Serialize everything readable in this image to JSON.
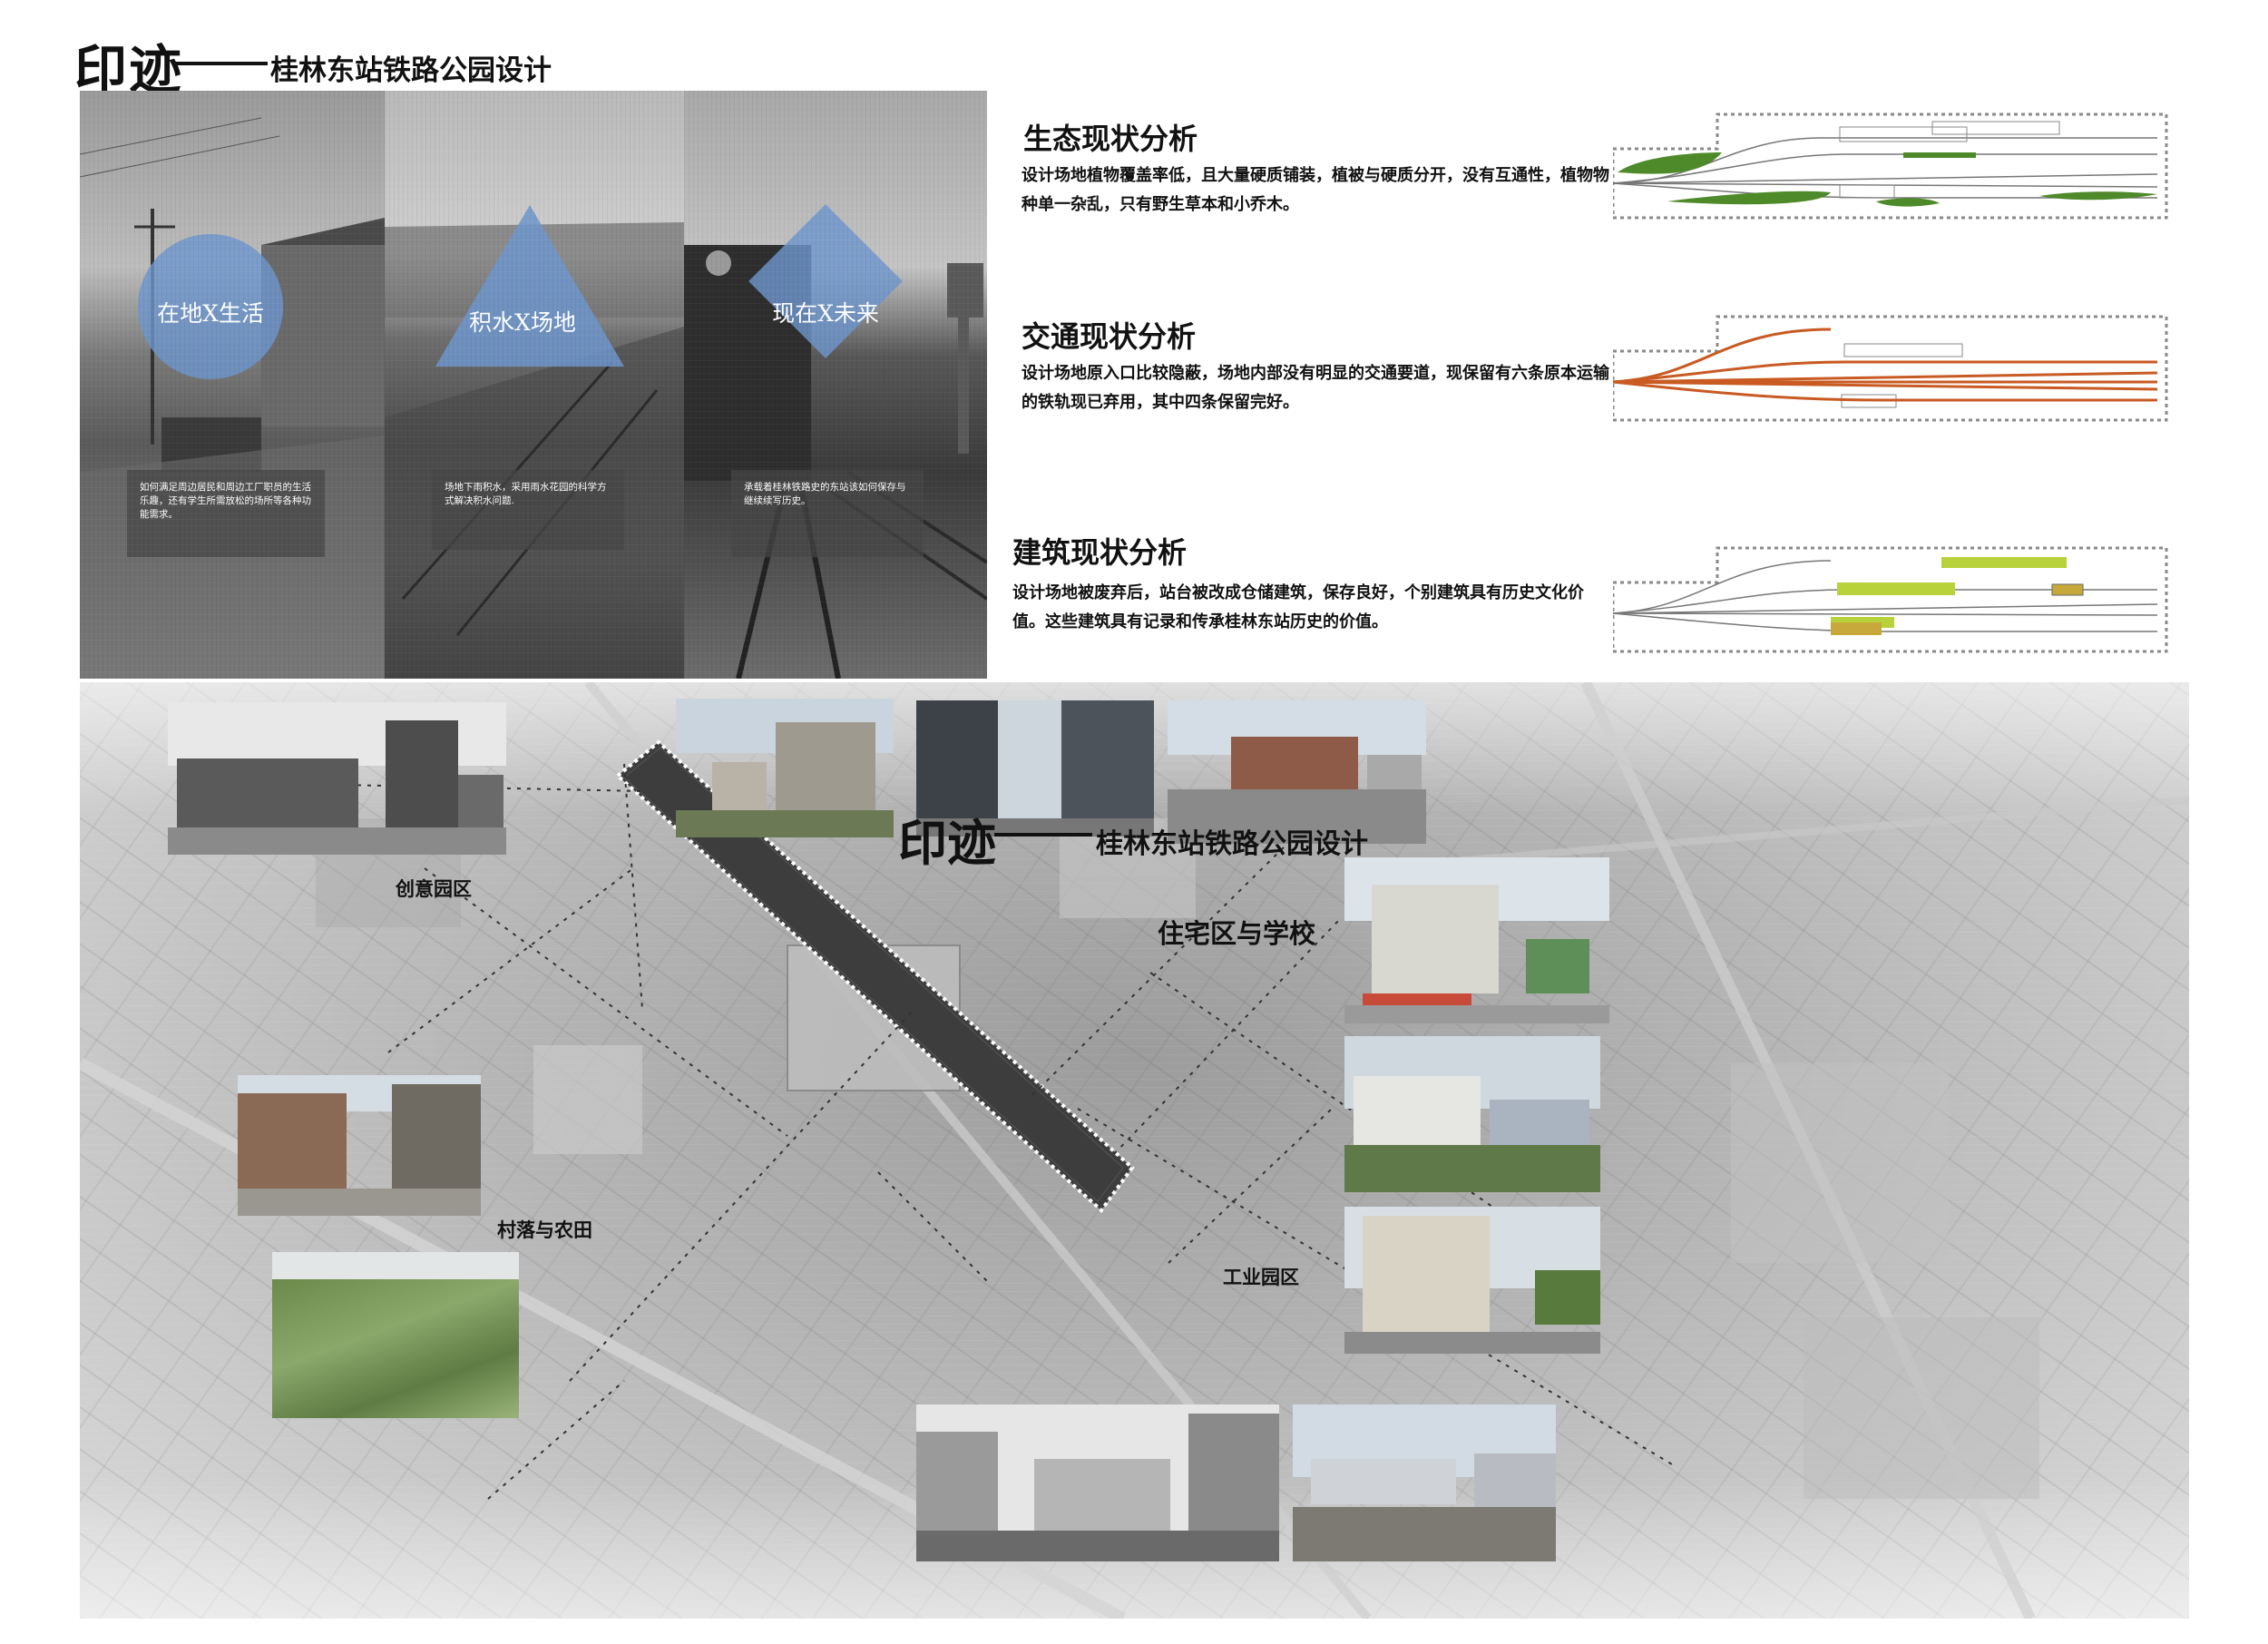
{
  "header": {
    "title_main": "印迹",
    "title_sub": "桂林东站铁路公园设计"
  },
  "panels": [
    {
      "shape_label": "在地X生活",
      "caption": "如何满足周边居民和周边工厂职员的生活乐趣，还有学生所需放松的场所等各种功能需求。"
    },
    {
      "shape_label": "积水X场地",
      "caption": "场地下雨积水，采用雨水花园的科学方式解决积水问题."
    },
    {
      "shape_label": "现在X未来",
      "caption": "承载着桂林铁路史的东站该如何保存与继续续写历史。"
    }
  ],
  "analysis": {
    "ecology": {
      "title": "生态现状分析",
      "body": "设计场地植物覆盖率低，且大量硬质铺装，植被与硬质分开，没有互通性，植物物种单一杂乱，只有野生草本和小乔木。"
    },
    "traffic": {
      "title": "交通现状分析",
      "body": "设计场地原入口比较隐蔽，场地内部没有明显的交通要道，现保留有六条原本运输的铁轨现已弃用，其中四条保留完好。"
    },
    "building": {
      "title": "建筑现状分析",
      "body": "设计场地被废弃后，站台被改成仓储建筑，保存良好，个别建筑具有历史文化价值。这些建筑具有记录和传承桂林东站历史的价值。"
    }
  },
  "map": {
    "labels": {
      "creative": "创意园区",
      "residential": "住宅区与学校",
      "village": "村落与农田",
      "industrial": "工业园区"
    },
    "watermark_main": "印迹",
    "watermark_sub": "桂林东站铁路公园设计"
  },
  "colors": {
    "accent_blue": "#6e96cd",
    "vegetation_green": "#4f8a2a",
    "traffic_orange": "#c85a22",
    "building_lime": "#b7d23a",
    "building_ochre": "#c6a93a"
  }
}
